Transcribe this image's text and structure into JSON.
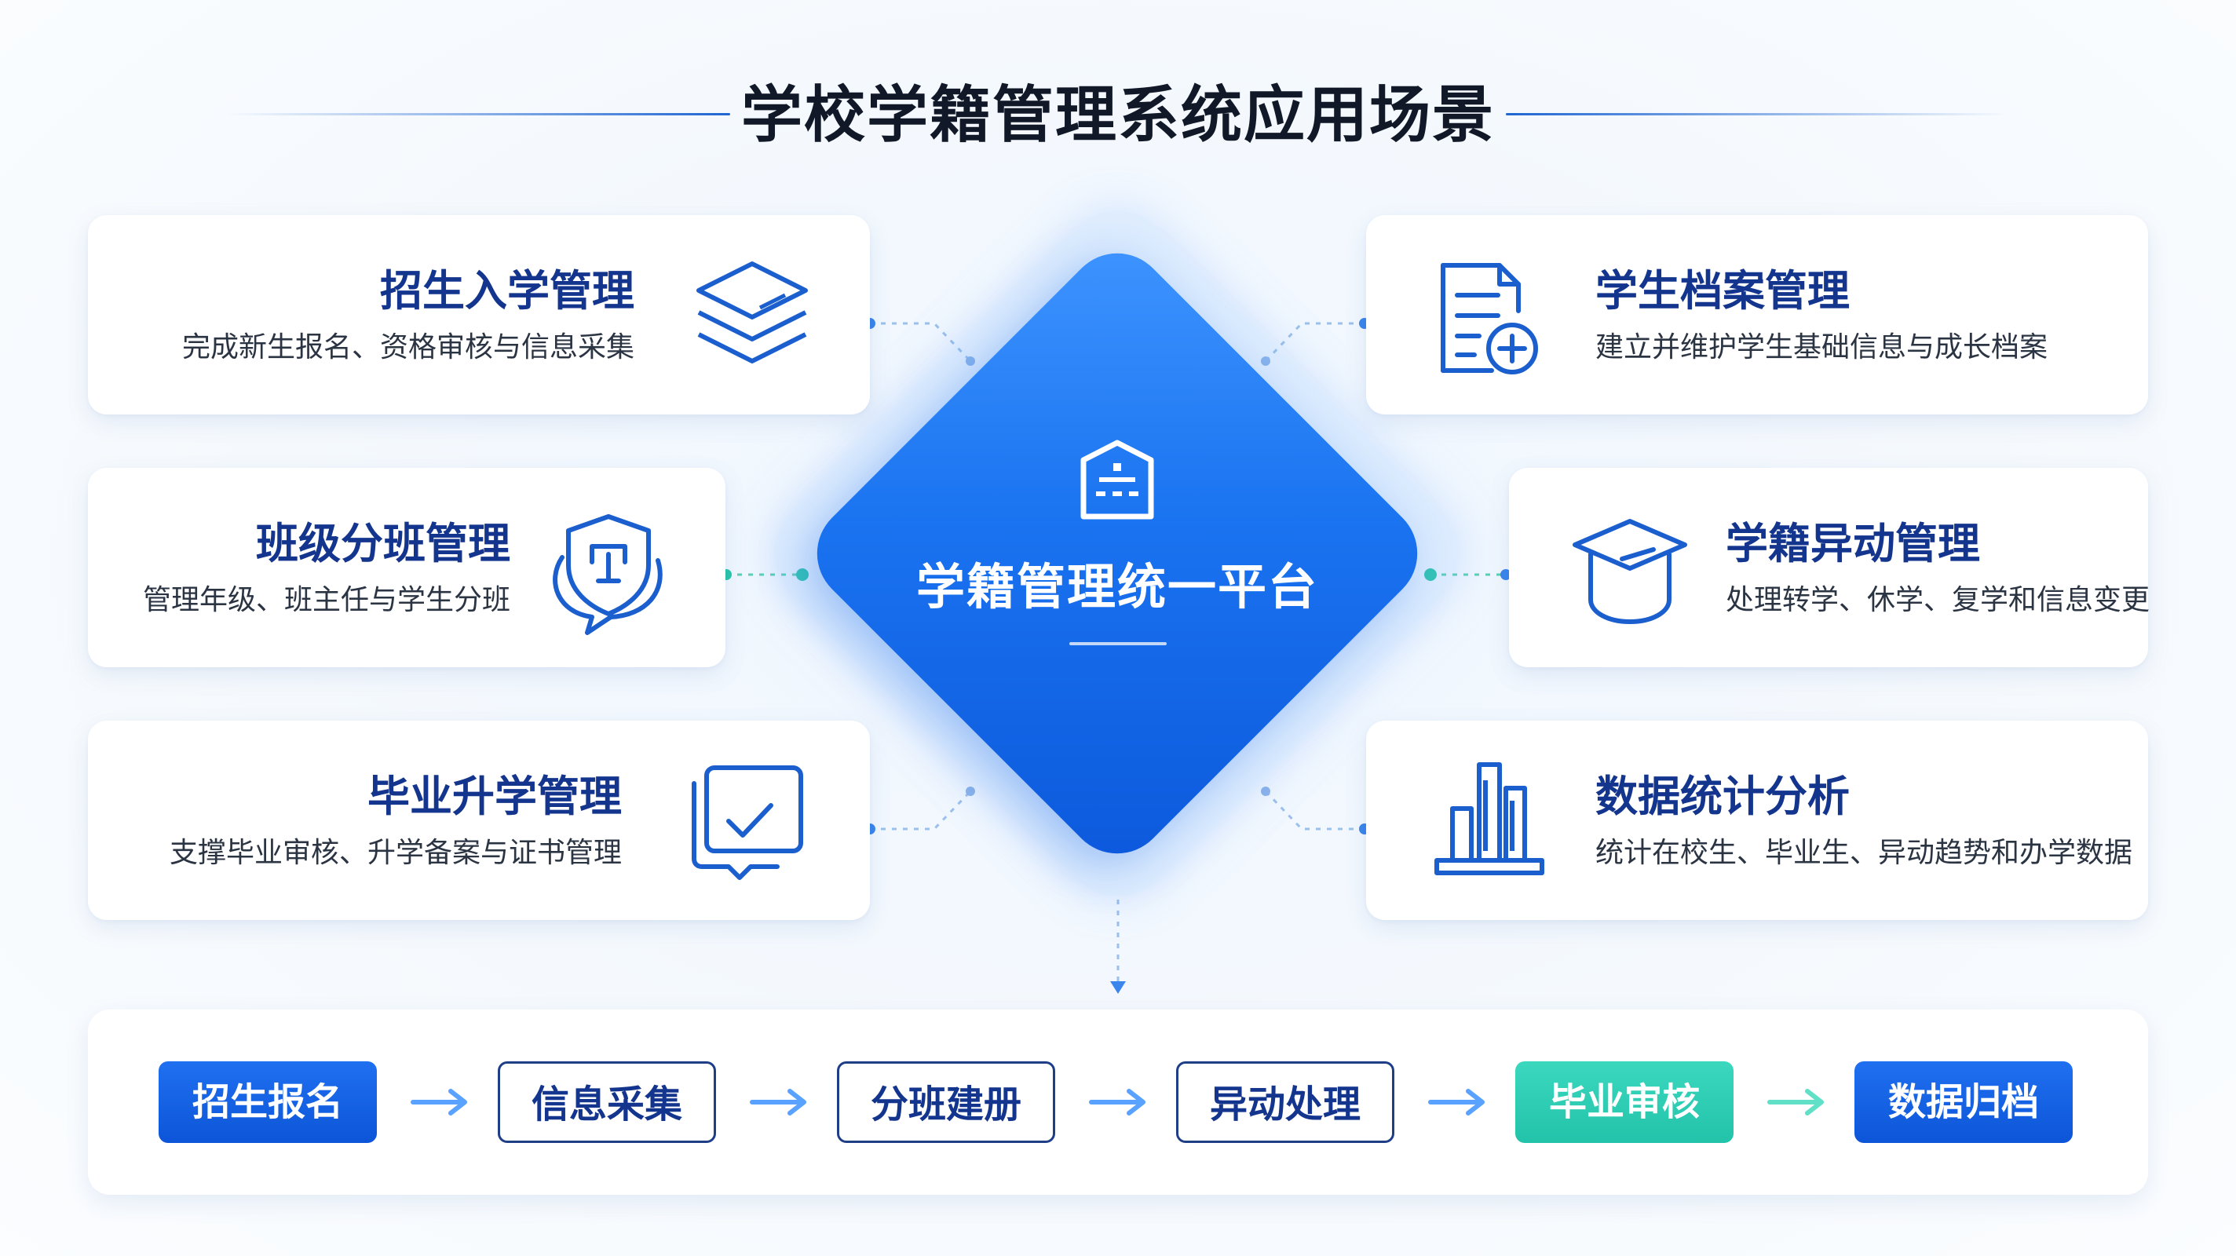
{
  "title": "学校学籍管理系统应用场景",
  "center": {
    "label": "学籍管理统一平台",
    "icon": "school-building-icon"
  },
  "left_modules": [
    {
      "title": "招生入学管理",
      "desc": "完成新生报名、资格审核与信息采集",
      "icon": "layers-icon"
    },
    {
      "title": "班级分班管理",
      "desc": "管理年级、班主任与学生分班",
      "icon": "shield-chat-icon"
    },
    {
      "title": "毕业升学管理",
      "desc": "支撑毕业审核、升学备案与证书管理",
      "icon": "checklist-icon"
    }
  ],
  "right_modules": [
    {
      "title": "学生档案管理",
      "desc": "建立并维护学生基础信息与成长档案",
      "icon": "document-add-icon"
    },
    {
      "title": "学籍异动管理",
      "desc": "处理转学、休学、复学和信息变更",
      "icon": "graduation-cap-icon"
    },
    {
      "title": "数据统计分析",
      "desc": "统计在校生、毕业生、异动趋势和办学数据",
      "icon": "bar-chart-icon"
    }
  ],
  "workflow": [
    {
      "label": "招生报名",
      "style": "solid"
    },
    {
      "label": "信息采集",
      "style": "outline"
    },
    {
      "label": "分班建册",
      "style": "outline"
    },
    {
      "label": "异动处理",
      "style": "outline"
    },
    {
      "label": "毕业审核",
      "style": "teal"
    },
    {
      "label": "数据归档",
      "style": "solid"
    }
  ],
  "colors": {
    "primary": "#1a73f0",
    "dark_blue": "#13358d",
    "teal": "#22c3aa"
  }
}
